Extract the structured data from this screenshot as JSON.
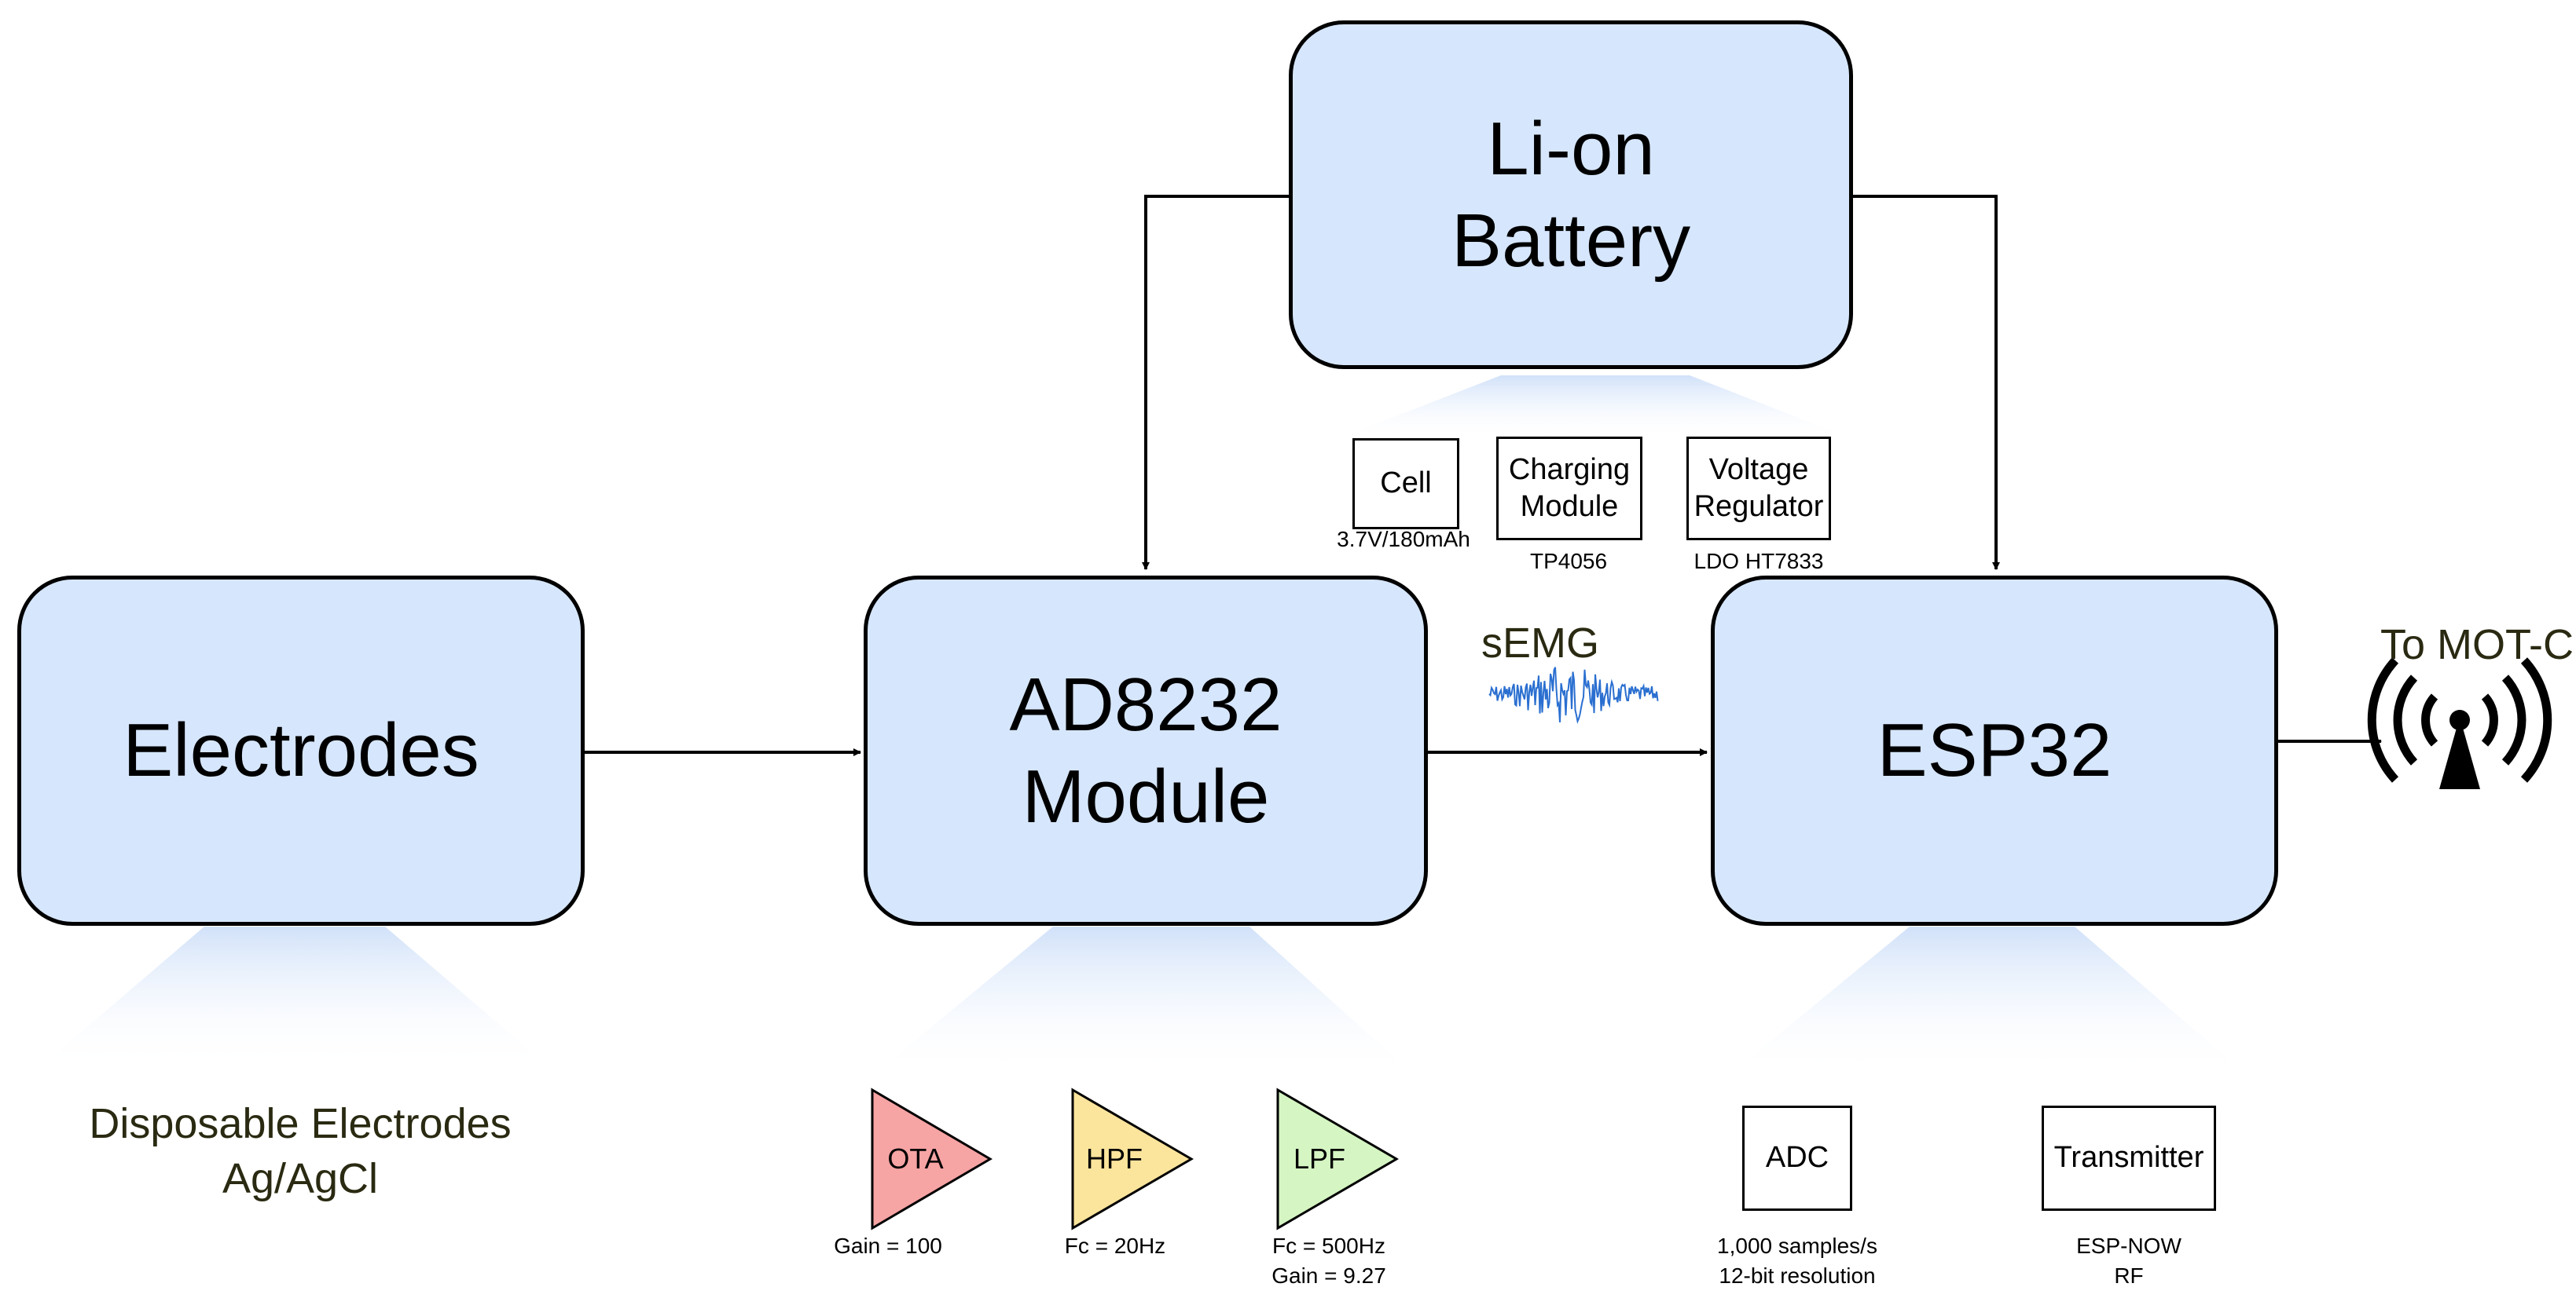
{
  "blocks": {
    "battery": [
      "Li-on",
      "Battery"
    ],
    "electrodes": [
      "Electrodes"
    ],
    "ad8232": [
      "AD8232",
      "Module"
    ],
    "esp32": [
      "ESP32"
    ]
  },
  "battery_parts": [
    {
      "label": [
        "Cell"
      ],
      "caption": "3.7V/180mAh"
    },
    {
      "label": [
        "Charging",
        "Module"
      ],
      "caption": "TP4056"
    },
    {
      "label": [
        "Voltage",
        "Regulator"
      ],
      "caption": "LDO HT7833"
    }
  ],
  "electrodes_caption": [
    "Disposable Electrodes",
    "Ag/AgCl"
  ],
  "filters": [
    {
      "label": "OTA",
      "color": "#f7a4a4",
      "caption": [
        "Gain = 100"
      ]
    },
    {
      "label": "HPF",
      "color": "#fbe49c",
      "caption": [
        "Fc = 20Hz"
      ]
    },
    {
      "label": "LPF",
      "color": "#d5f5c3",
      "caption": [
        "Fc = 500Hz",
        "Gain = 9.27"
      ]
    }
  ],
  "esp32_parts": [
    {
      "label": "ADC",
      "caption": [
        "1,000 samples/s",
        "12-bit resolution"
      ]
    },
    {
      "label": "Transmitter",
      "caption": [
        "ESP-NOW",
        "RF"
      ]
    }
  ],
  "signal_label": "sEMG",
  "output_label": "To MOT-C",
  "icons": {
    "signal": "waveform-icon",
    "antenna": "antenna-icon"
  },
  "colors": {
    "block_fill": "#d6e6fd",
    "signal": "#2a6fd0",
    "caption_text": "#2a2a12"
  }
}
